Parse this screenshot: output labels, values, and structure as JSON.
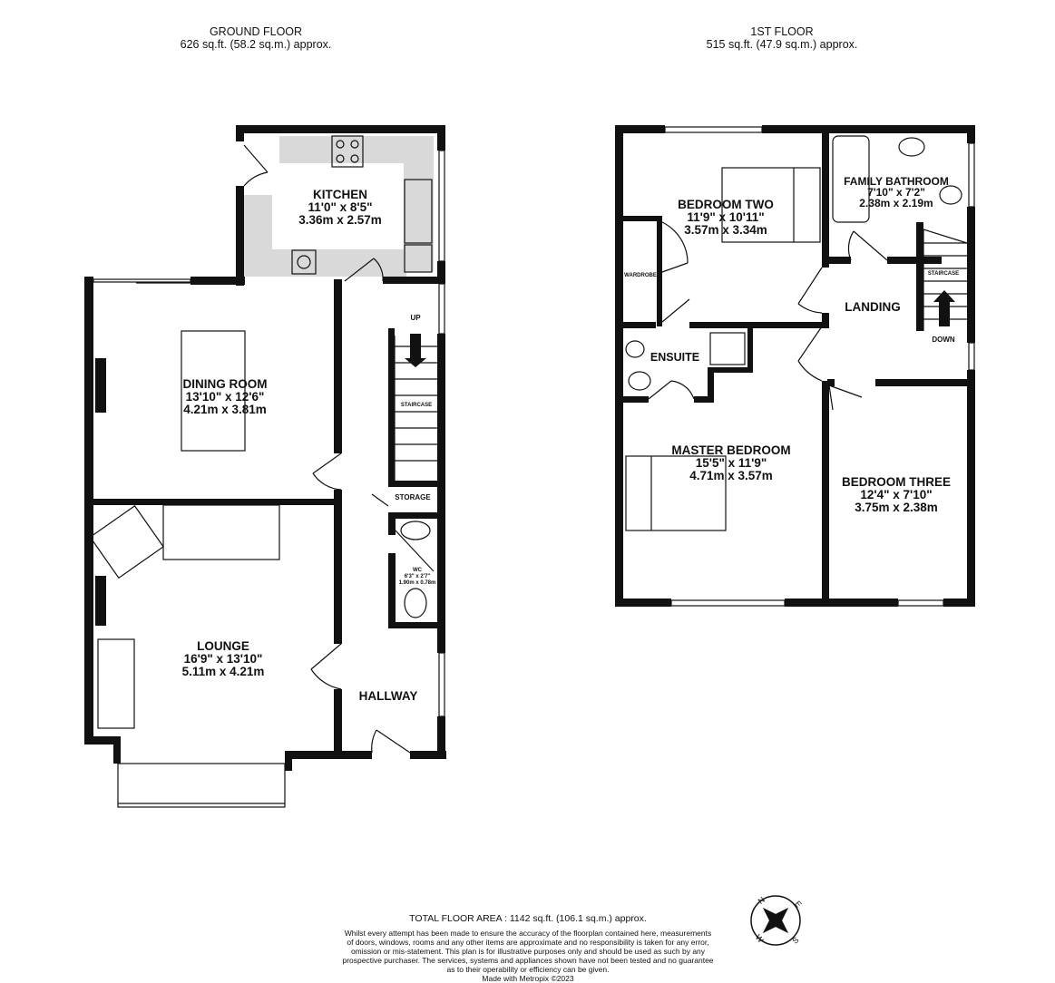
{
  "ground_floor": {
    "title": "GROUND FLOOR",
    "area": "626 sq.ft. (58.2 sq.m.) approx.",
    "rooms": {
      "kitchen": {
        "name": "KITCHEN",
        "imperial": "11'0\"  x 8'5\"",
        "metric": "3.36m  x 2.57m"
      },
      "dining": {
        "name": "DINING ROOM",
        "imperial": "13'10\"  x 12'6\"",
        "metric": "4.21m  x 3.81m"
      },
      "lounge": {
        "name": "LOUNGE",
        "imperial": "16'9\"  x 13'10\"",
        "metric": "5.11m  x 4.21m"
      },
      "hallway": {
        "name": "HALLWAY"
      },
      "storage": {
        "name": "STORAGE"
      },
      "wc": {
        "name": "WC",
        "imperial": "6'3\" x 2'7\"",
        "metric": "1.90m x 0.78m"
      }
    },
    "staircase_label": "STAIRCASE",
    "stair_direction": "UP"
  },
  "first_floor": {
    "title": "1ST FLOOR",
    "area": "515 sq.ft. (47.9 sq.m.) approx.",
    "rooms": {
      "bedroom_two": {
        "name": "BEDROOM TWO",
        "imperial": "11'9\"  x 10'11\"",
        "metric": "3.57m  x 3.34m"
      },
      "bathroom": {
        "name": "FAMILY BATHROOM",
        "imperial": "7'10\"  x 7'2\"",
        "metric": "2.38m  x 2.19m"
      },
      "landing": {
        "name": "LANDING"
      },
      "ensuite": {
        "name": "ENSUITE"
      },
      "master": {
        "name": "MASTER BEDROOM",
        "imperial": "15'5\"  x 11'9\"",
        "metric": "4.71m  x 3.57m"
      },
      "bedroom_three": {
        "name": "BEDROOM THREE",
        "imperial": "12'4\"  x 7'10\"",
        "metric": "3.75m  x 2.38m"
      },
      "wardrobe": {
        "name": "WARDROBE"
      }
    },
    "staircase_label": "STAIRCASE",
    "stair_direction": "DOWN"
  },
  "footer": {
    "total": "TOTAL FLOOR AREA : 1142 sq.ft. (106.1 sq.m.) approx.",
    "disclaimer": [
      "Whilst every attempt has been made to ensure the accuracy of the floorplan contained here, measurements",
      "of doors, windows, rooms and any other items are approximate and no responsibility is taken for any error,",
      "omission or mis-statement. This plan is for illustrative purposes only and should be used as such by any",
      "prospective purchaser. The services, systems and appliances shown have not been tested and no guarantee",
      "as to their operability or efficiency can be given."
    ],
    "credit": "Made with Metropix ©2023"
  },
  "compass": {
    "n": "N",
    "e": "E",
    "s": "S",
    "w": "W"
  }
}
